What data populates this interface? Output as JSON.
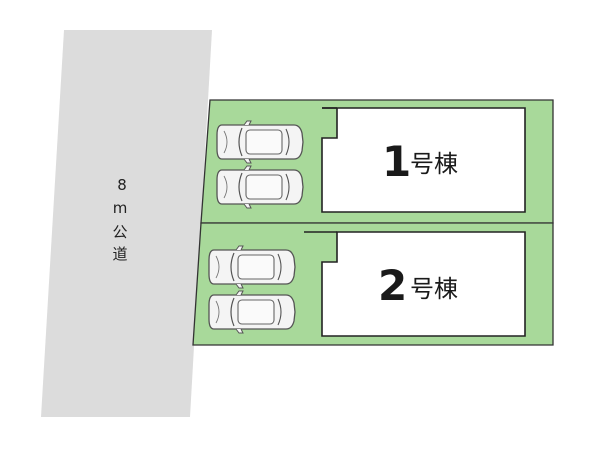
{
  "road": {
    "width_label": "8",
    "unit_label": "m",
    "kind_label_1": "公",
    "kind_label_2": "道"
  },
  "lots": [
    {
      "number": "1",
      "suffix": "号棟",
      "parking_spaces": 2
    },
    {
      "number": "2",
      "suffix": "号棟",
      "parking_spaces": 2
    }
  ],
  "colors": {
    "road": "#dcdcdc",
    "lot": "#a8d99a",
    "building": "#ffffff",
    "outline": "#333333",
    "car_body": "#f4f4f4",
    "car_line": "#555555"
  },
  "icons": [
    "car-icon"
  ]
}
